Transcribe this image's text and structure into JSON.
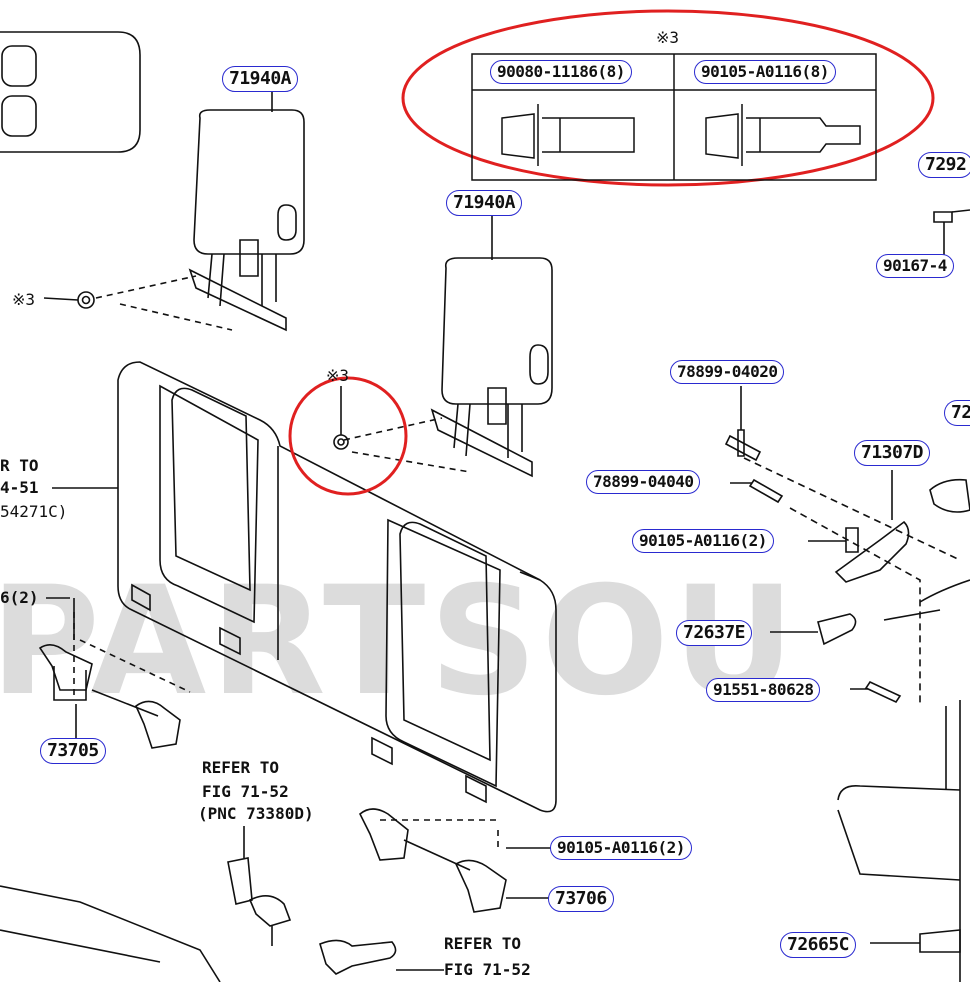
{
  "watermark": "PARTSOU",
  "parts_table": {
    "header_note": "※3",
    "columns": [
      "90080-11186(8)",
      "90105-A0116(8)"
    ]
  },
  "callouts": {
    "headrest_left": "71940A",
    "headrest_right": "71940A",
    "bolt_top_right": "7292",
    "bolt_top_right_2": "90167-4",
    "clip_78899_04020": "78899-04020",
    "clip_78899_04040": "78899-04040",
    "hinge_71307d": "71307D",
    "bolt_90105_a": "90105-A0116(2)",
    "cover_72637e": "72637E",
    "bolt_91551": "91551-80628",
    "bolt_90105_b": "90105-A0116(2)",
    "belt_73705": "73705",
    "belt_73706": "73706",
    "part_72665c": "72665C",
    "cut_72": "72"
  },
  "marks": {
    "nut_note_left": "※3",
    "nut_note_center": "※3"
  },
  "refer_notes": {
    "left_line1": "R TO",
    "left_line2": "4-51",
    "left_line3": "54271C)",
    "left_cut_bolt": "6(2)",
    "center_line1": "REFER TO",
    "center_line2": "FIG 71-52",
    "center_line3": "(PNC 73380D)",
    "bottom_line1": "REFER TO",
    "bottom_line2": "FIG 71-52"
  },
  "colors": {
    "callout_border": "#2a2ad0",
    "highlight": "#e02020",
    "line": "#111111",
    "watermark": "#dcdcdc"
  }
}
